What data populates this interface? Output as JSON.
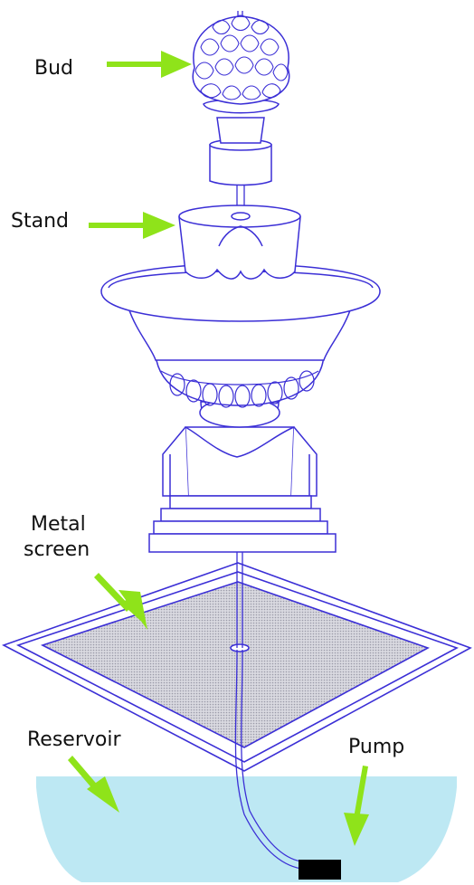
{
  "labels": {
    "bud": "Bud",
    "stand": "Stand",
    "metal_line1": "Metal",
    "metal_line2": "screen",
    "reservoir": "Reservoir",
    "pump": "Pump"
  },
  "colors": {
    "outline": "#3b2fd6",
    "water": "#bde8f3",
    "arrow": "#8fe31a",
    "screen_fill": "#c9c9d2",
    "pump": "#000000",
    "background": "#ffffff"
  }
}
